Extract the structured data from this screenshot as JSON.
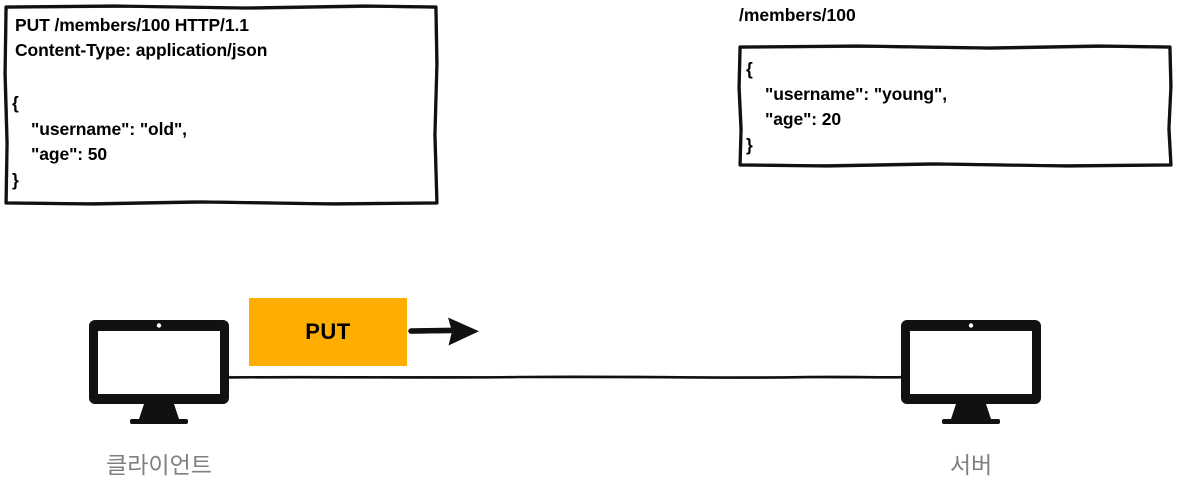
{
  "diagram": {
    "title": "HTTP PUT request/response diagram",
    "accent_color": "#FFAD00",
    "line_color": "#111111",
    "label_color": "#7F7F7F"
  },
  "request_box": {
    "name": "http-request",
    "line1": "PUT /members/100 HTTP/1.1",
    "line2": "Content-Type: application/json",
    "body_open": "{",
    "body_field1": "    \"username\": \"old\",",
    "body_field2": "    \"age\": 50",
    "body_close": "}"
  },
  "resource_box": {
    "name": "server-resource",
    "path_label": "/members/100",
    "body_open": "{",
    "body_field1": "    \"username\": \"young\",",
    "body_field2": "    \"age\": 20",
    "body_close": "}"
  },
  "method_badge": {
    "label": "PUT",
    "color": "#FFAD00"
  },
  "nodes": {
    "client": {
      "label": "클라이언트",
      "icon": "monitor-icon"
    },
    "server": {
      "label": "서버",
      "icon": "monitor-icon"
    }
  },
  "connector": {
    "arrow_icon": "arrow-right-icon",
    "link_icon": "connection-line"
  }
}
